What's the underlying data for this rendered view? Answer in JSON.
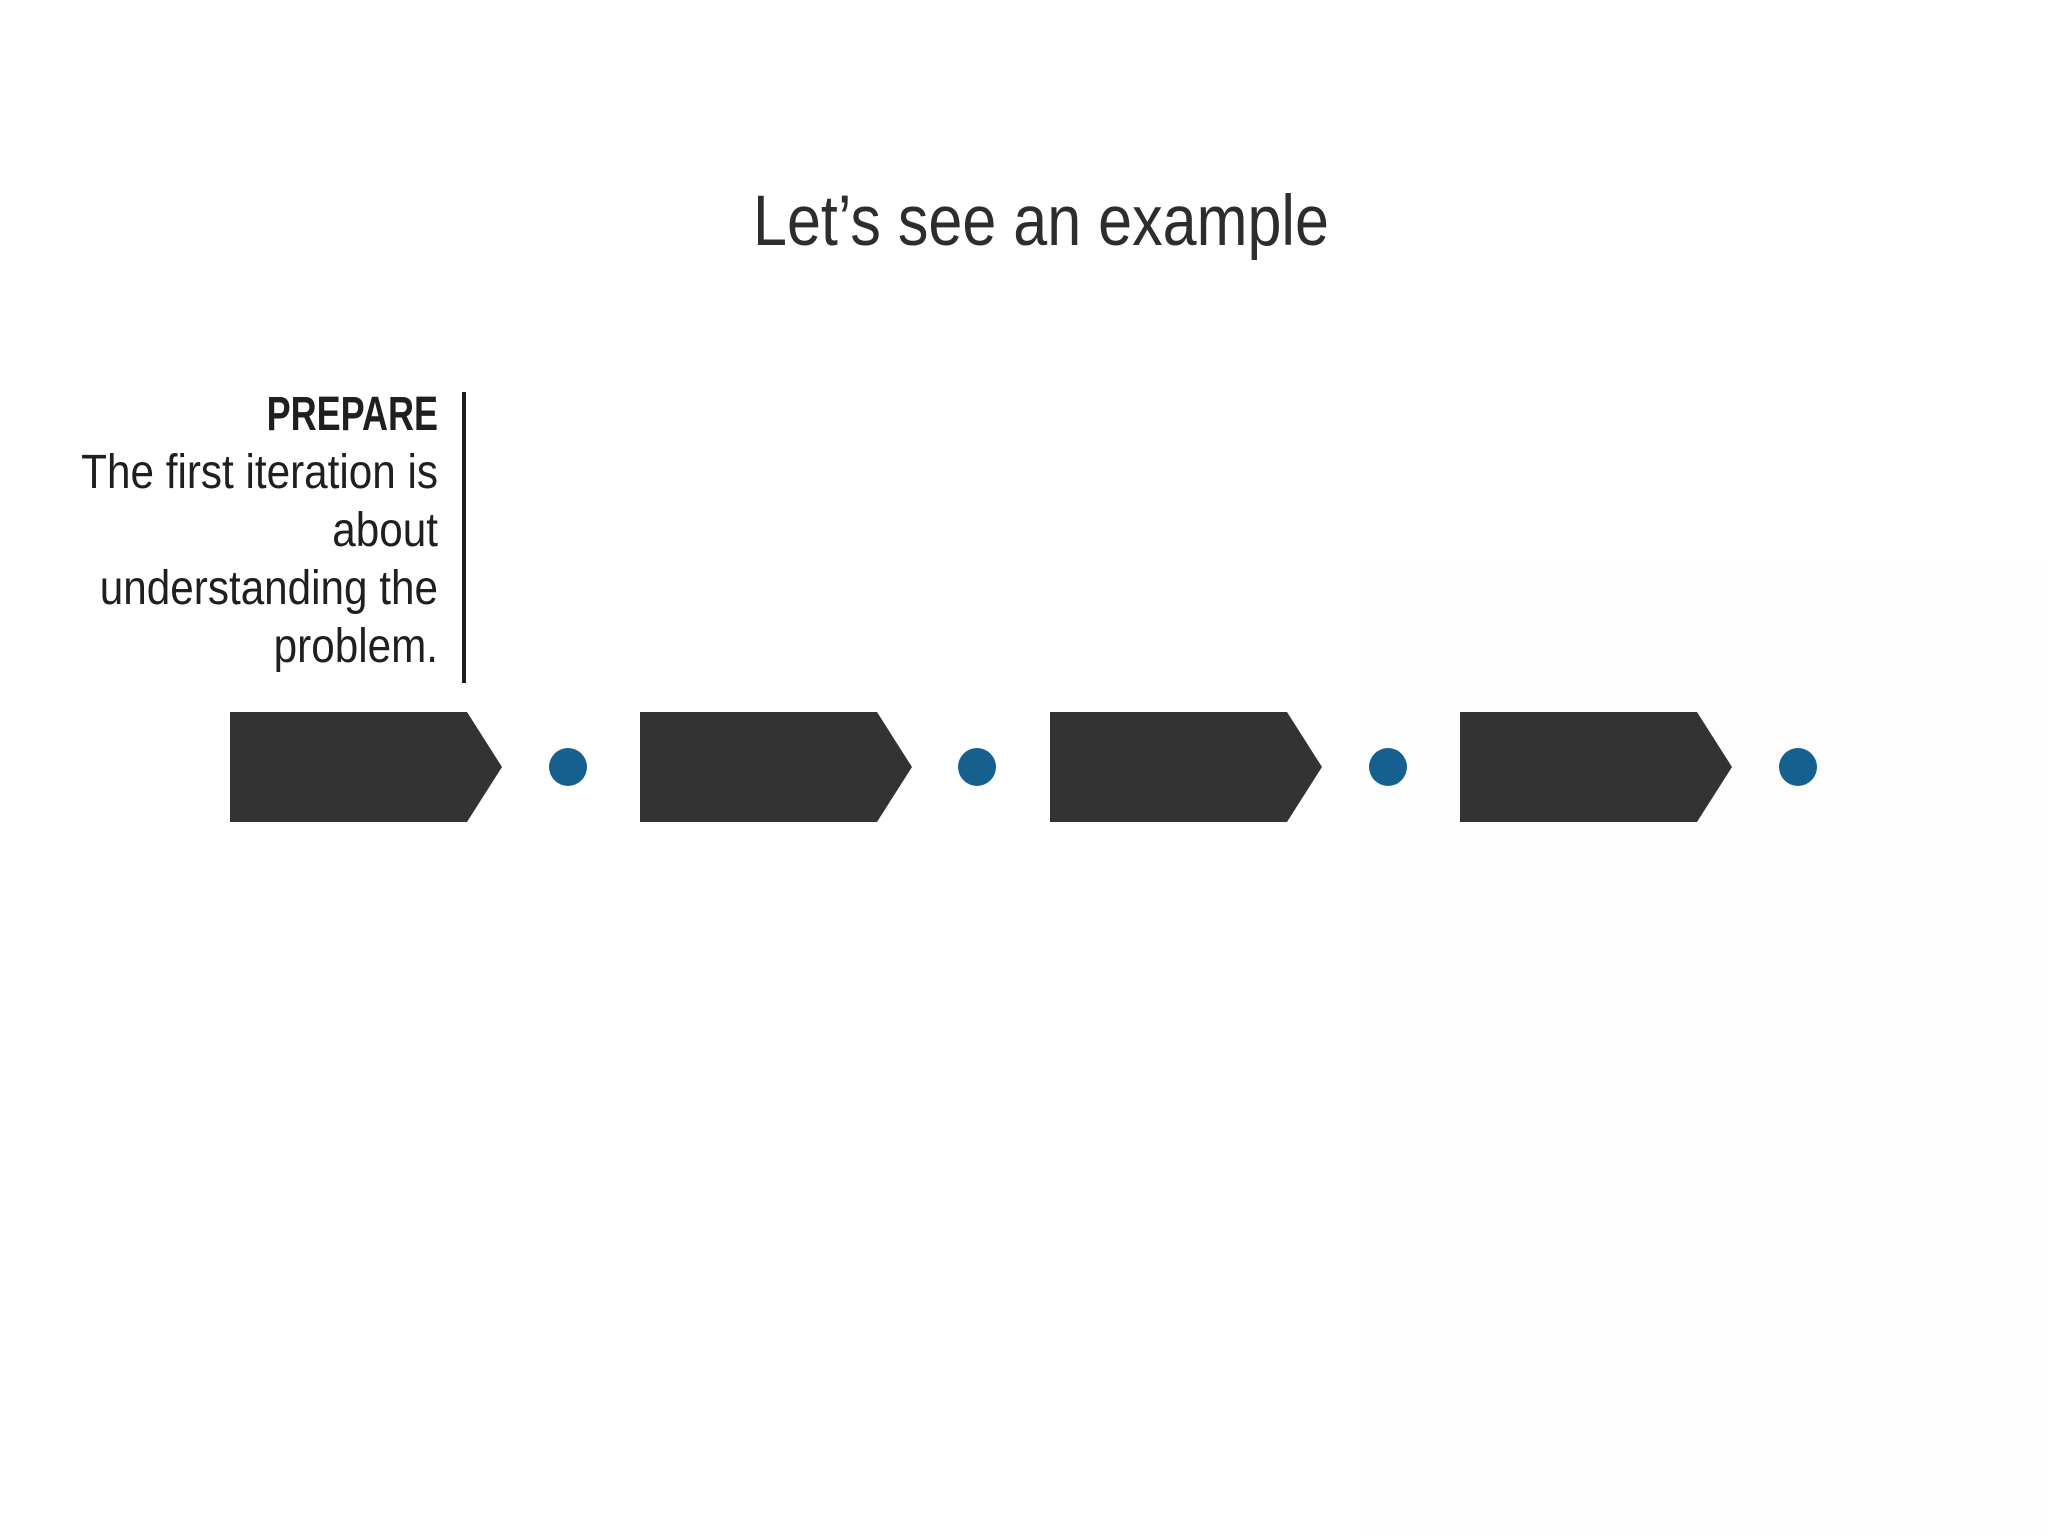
{
  "slide": {
    "title": "Let’s see an example",
    "annotation": {
      "heading": "PREPARE",
      "lines": [
        "The first iteration is",
        "about",
        "understanding the",
        "problem."
      ]
    },
    "process": {
      "step_count": 4
    }
  },
  "colors": {
    "background": "#ffffff",
    "title-text": "#2d2d2d",
    "annotation-text": "#1f1f1f",
    "rule": "#1d1d1d",
    "arrow": "#333333",
    "dot": "#15608e",
    "side-panel": "#fdfdfd"
  }
}
